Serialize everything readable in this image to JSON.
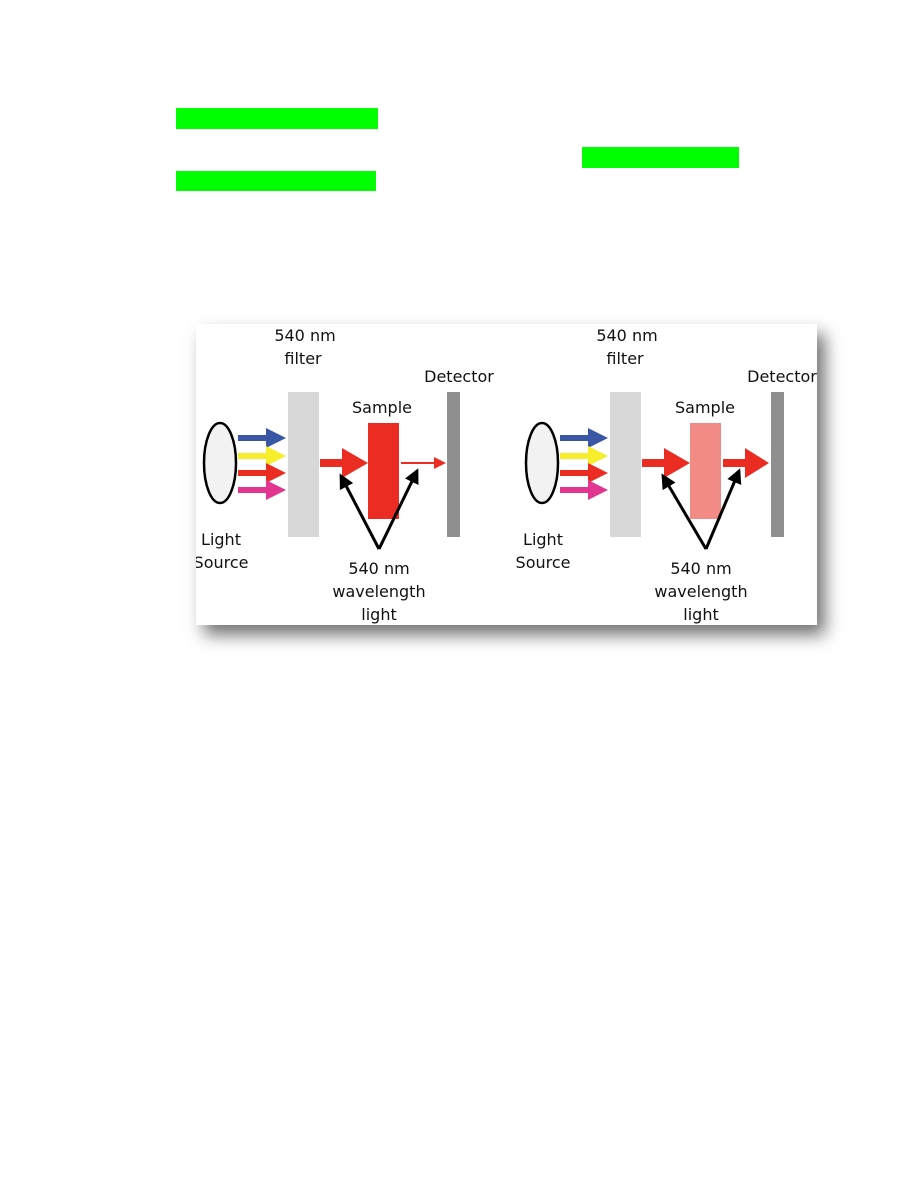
{
  "colors": {
    "redaction": "#00ff00",
    "arrow_blue": "#3a57a6",
    "arrow_yellow": "#f6ee2a",
    "arrow_red": "#ea2c22",
    "arrow_magenta": "#e2358f",
    "filter": "#d8d8d8",
    "detector": "#8f8f8f",
    "sample_concentrated": "#ea2c22",
    "sample_dilute": "#f28a86"
  },
  "panels": [
    {
      "filter_label_line1": "540 nm",
      "filter_label_line2": "filter",
      "detector_label": "Detector",
      "sample_label": "Sample",
      "source_label_line1": "Light",
      "source_label_line2": "Source",
      "light_label_line1": "540 nm",
      "light_label_line2": "wavelength",
      "light_label_line3": "light"
    },
    {
      "filter_label_line1": "540 nm",
      "filter_label_line2": "filter",
      "detector_label": "Detector",
      "sample_label": "Sample",
      "source_label_line1": "Light",
      "source_label_line2": "Source",
      "light_label_line1": "540 nm",
      "light_label_line2": "wavelength",
      "light_label_line3": "light"
    }
  ]
}
